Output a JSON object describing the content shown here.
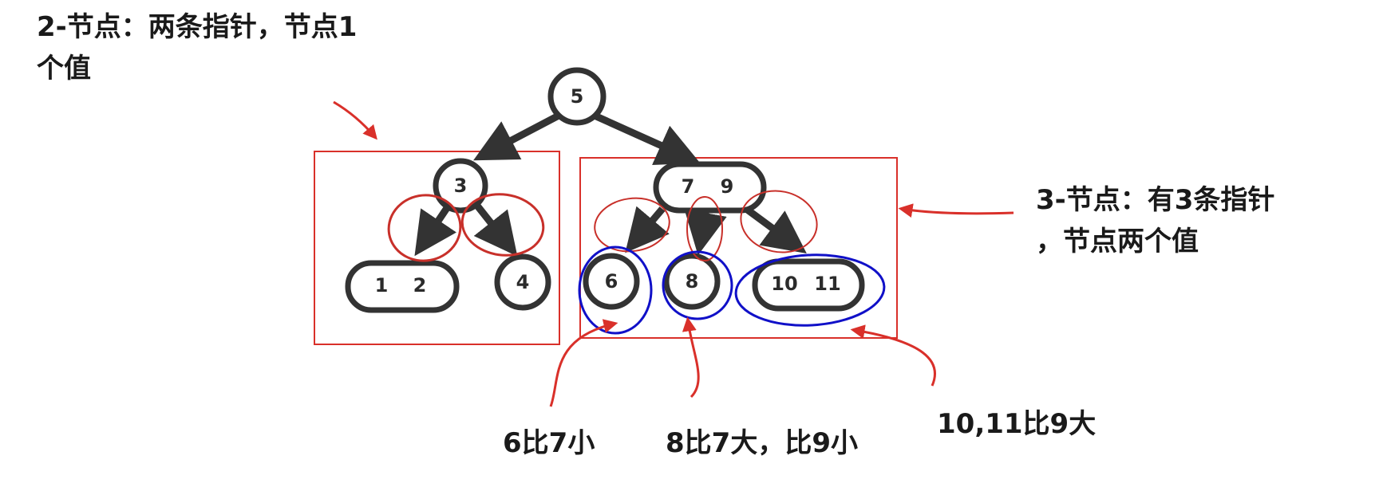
{
  "annotations": {
    "two_node_line1": "2-节点：两条指针，节点1",
    "two_node_line2": "个值",
    "three_node_line1": "3-节点：有3条指针",
    "three_node_line2": "，节点两个值"
  },
  "tree": {
    "root": "5",
    "left_child": "3",
    "left_leaf_1": "1",
    "left_leaf_2": "2",
    "left_leaf_right": "4",
    "right_child_key1": "7",
    "right_child_key2": "9",
    "right_leaf_left": "6",
    "right_leaf_mid": "8",
    "right_leaf_right_1": "10",
    "right_leaf_right_2": "11"
  },
  "captions": {
    "six": "6比7小",
    "eight": "8比7大，比9小",
    "ten_eleven": "10,11比9大"
  },
  "colors": {
    "node_stroke": "#333333",
    "box_red": "#d9302a",
    "circle_blue": "#1010c8",
    "text": "#1a1a1a"
  }
}
